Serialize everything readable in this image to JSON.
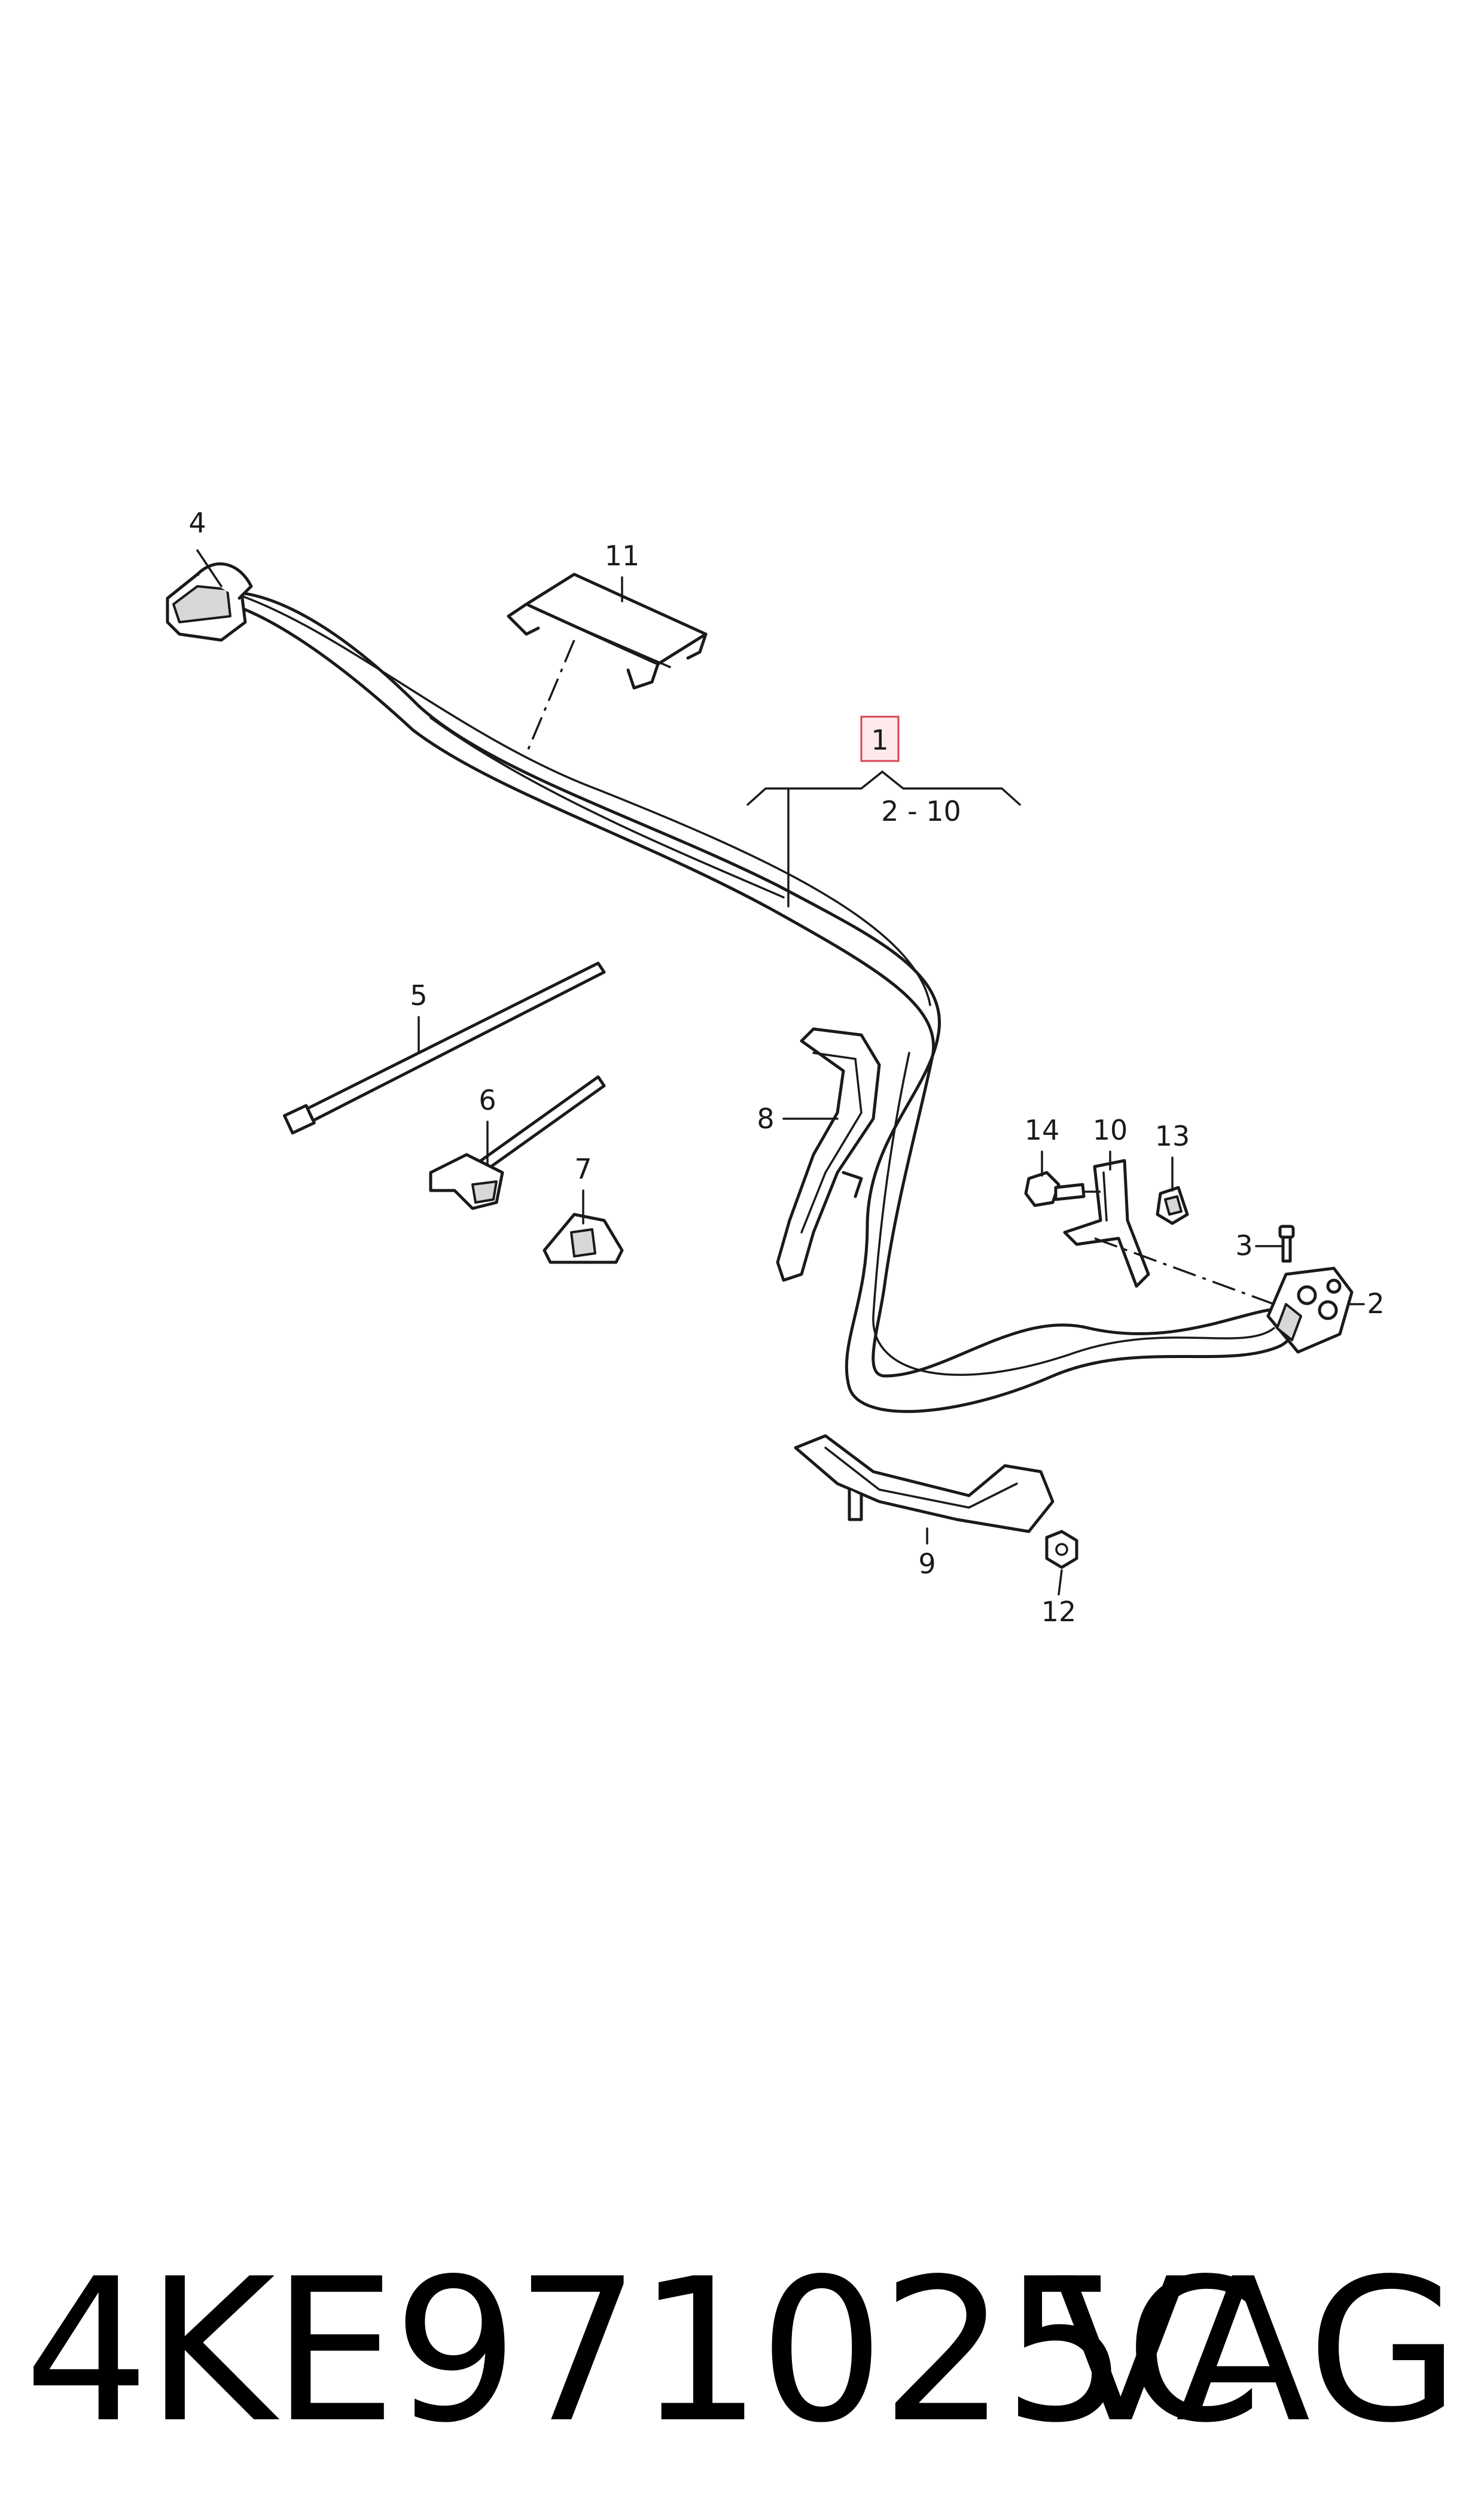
{
  "callouts": {
    "c1": "1",
    "c1_range": "2 - 10",
    "c2": "2",
    "c3": "3",
    "c4": "4",
    "c5": "5",
    "c6": "6",
    "c7": "7",
    "c8": "8",
    "c9": "9",
    "c10": "10",
    "c11": "11",
    "c12": "12",
    "c13": "13",
    "c14": "14"
  },
  "footer": {
    "part_number": "4KE971025C",
    "brand": "VAG"
  },
  "colors": {
    "line": "#1a1a1a",
    "callout_box_fill": "#fde8ea",
    "callout_box_stroke": "#d9434f"
  }
}
